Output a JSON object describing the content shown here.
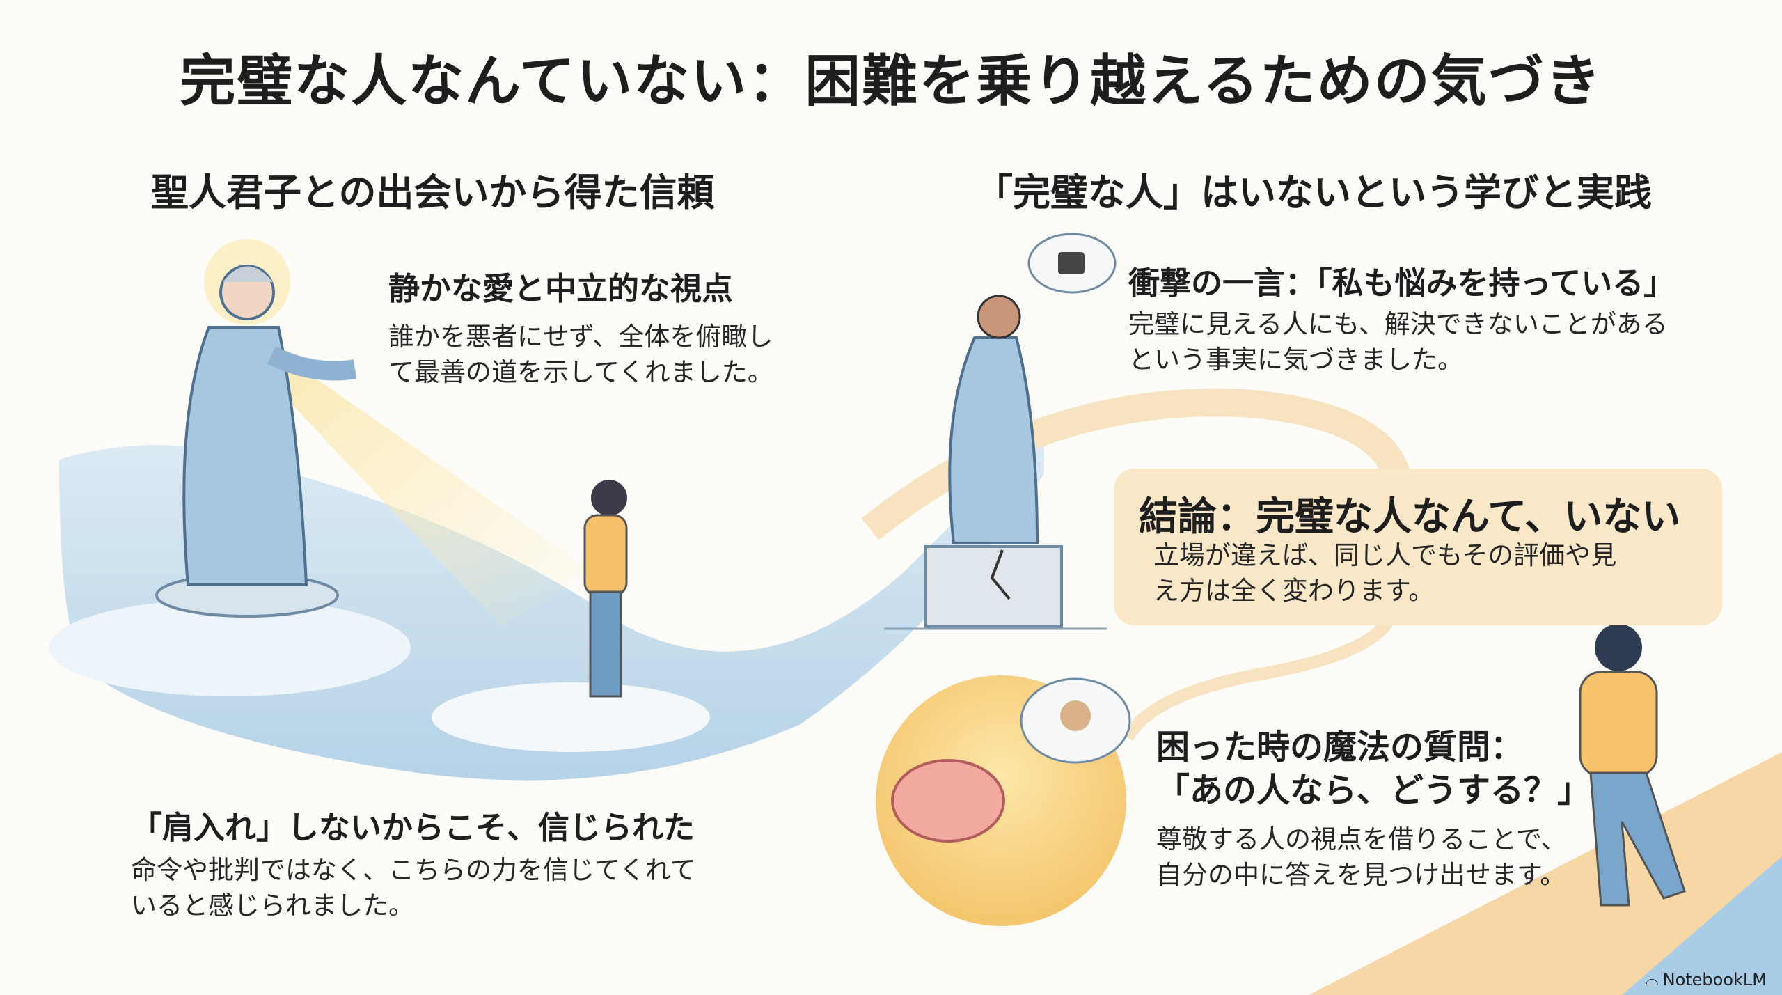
{
  "title": "完璧な人なんていない：困難を乗り越えるための気づき",
  "left": {
    "heading": "聖人君子との出会いから得た信頼",
    "point1": {
      "title": "静かな愛と中立的な視点",
      "lines": [
        "誰かを悪者にせず、全体を俯瞰し",
        "て最善の道を示してくれました。"
      ]
    },
    "point2": {
      "title": "「肩入れ」しないからこそ、信じられた",
      "lines": [
        "命令や批判ではなく、こちらの力を信じてくれて",
        "いると感じられました。"
      ]
    }
  },
  "right": {
    "heading": "「完璧な人」はいないという学びと実践",
    "point1": {
      "title": "衝撃の一言：「私も悩みを持っている」",
      "lines": [
        "完璧に見える人にも、解決できないことがある",
        "という事実に気づきました。"
      ]
    },
    "conclusion": {
      "title": "結論：完璧な人なんて、いない",
      "lines": [
        "立場が違えば、同じ人でもその評価や見",
        "え方は全く変わります。"
      ]
    },
    "point3": {
      "title_lines": [
        "困った時の魔法の質問：",
        "「あの人なら、どうする？」"
      ],
      "lines": [
        "尊敬する人の視点を借りることで、",
        "自分の中に答えを見つけ出せます。"
      ]
    }
  },
  "branding": "NotebookLM",
  "colors": {
    "blue": "#b9d6ea",
    "yellow": "#f6c978",
    "cream": "#fbe8c9"
  }
}
